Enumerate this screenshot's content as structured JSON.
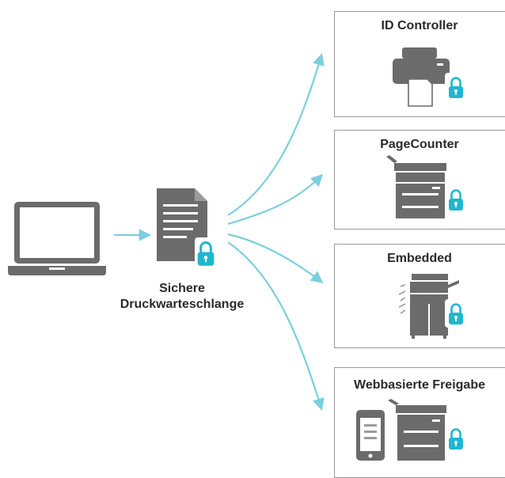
{
  "colors": {
    "arrow": "#7ccfdc",
    "lock": "#1fb7cf",
    "device": "#6b6b6b",
    "device_light": "#9b9b9b",
    "box_border": "#9a9a9a",
    "text": "#2a2a2a"
  },
  "source": {
    "icon": "laptop-icon"
  },
  "queue": {
    "icon": "locked-document-icon",
    "label_line1": "Sichere",
    "label_line2": "Druckwarteschlange"
  },
  "targets": [
    {
      "label": "ID Controller",
      "icon": "printer-lock-icon"
    },
    {
      "label": "PageCounter",
      "icon": "multifunction-printer-lock-icon"
    },
    {
      "label": "Embedded",
      "icon": "large-copier-lock-icon"
    },
    {
      "label": "Webbasierte Freigabe",
      "icon": "phone-printer-lock-icon"
    }
  ]
}
